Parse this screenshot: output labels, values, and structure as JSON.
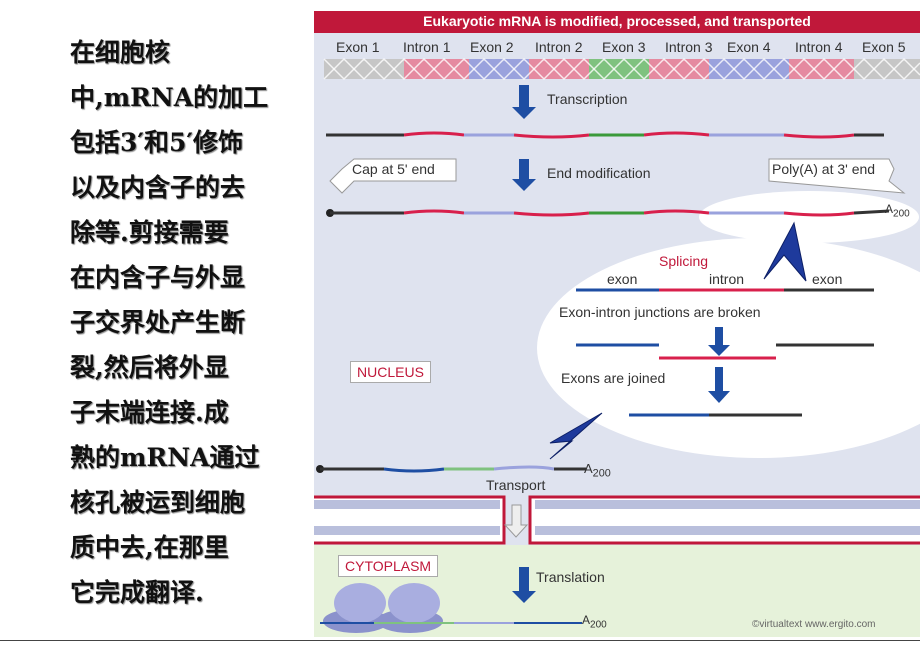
{
  "slide_text": [
    "在细胞核",
    "中,mRNA的加工",
    "包括3′和5′修饰",
    "以及内含子的去",
    "除等.剪接需要",
    "在内含子与外显",
    "子交界处产生断",
    "裂,然后将外显",
    "子末端连接.成",
    "熟的mRNA通过",
    "核孔被运到细胞",
    "质中去,在那里",
    "它完成翻译."
  ],
  "diagram": {
    "title": "Eukaryotic mRNA is modified, processed, and transported",
    "segments": [
      "Exon 1",
      "Intron 1",
      "Exon 2",
      "Intron 2",
      "Exon 3",
      "Intron 3",
      "Exon 4",
      "Intron 4",
      "Exon 5"
    ],
    "steps": {
      "transcription": "Transcription",
      "end_modification": "End modification",
      "cap": "Cap at 5' end",
      "polya": "Poly(A) at 3' end",
      "splicing": "Splicing",
      "exon_left": "exon",
      "intron": "intron",
      "exon_right": "exon",
      "junctions": "Exon-intron junctions are broken",
      "joined": "Exons are joined",
      "transport": "Transport",
      "translation": "Translation"
    },
    "compartments": {
      "nucleus": "NUCLEUS",
      "cytoplasm": "CYTOPLASM"
    },
    "polya_tail": {
      "letter": "A",
      "sub": "200"
    },
    "credit": "©virtualtext www.ergito.com",
    "colors": {
      "title_bar": "#c0183a",
      "exon_red": "#d8204c",
      "exon_green": "#3a9a3a",
      "intron_blue": "#9aa2dd",
      "arrow": "#1e4ea3",
      "ribosome": "#9da3d6",
      "envelope": "#c0183a",
      "cytoplasm_bg": "#e6f2da"
    }
  }
}
